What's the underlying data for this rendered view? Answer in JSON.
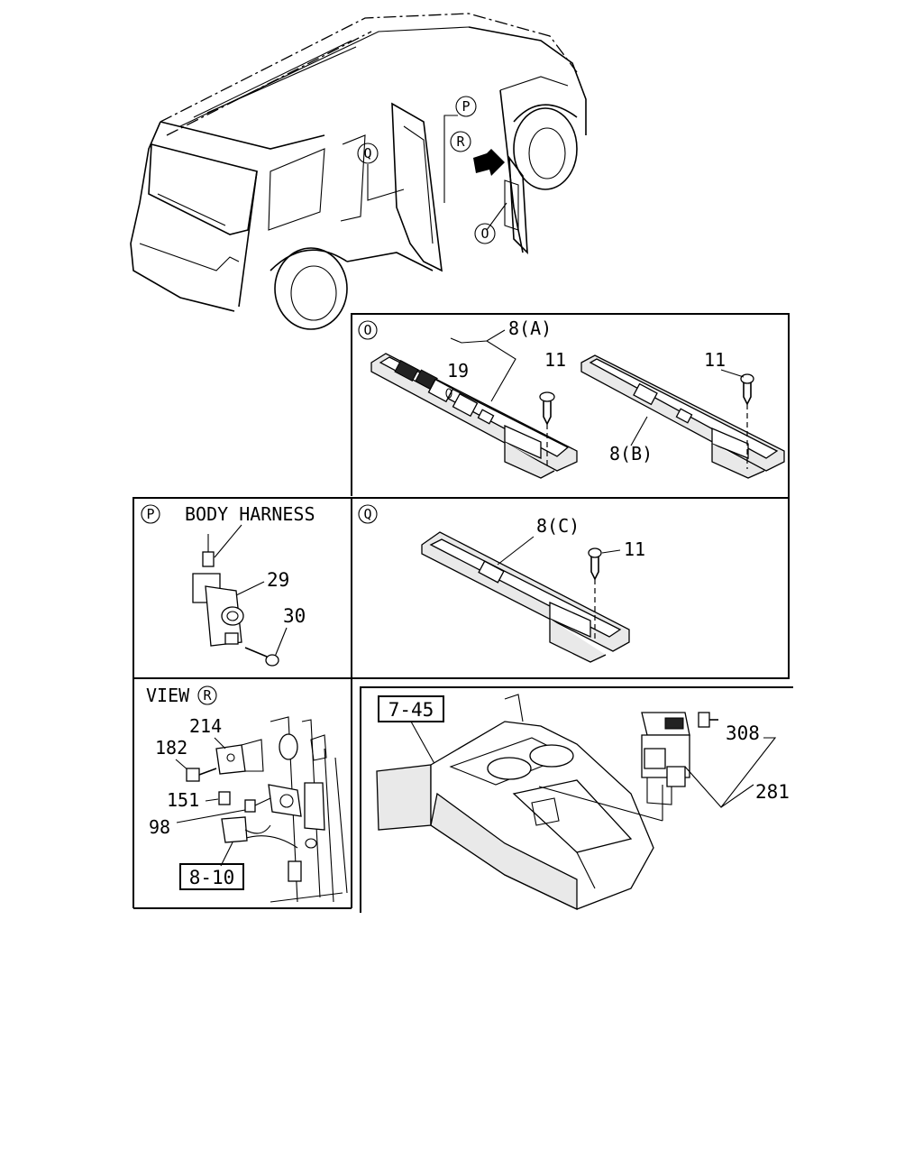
{
  "callouts": {
    "O": "O",
    "P": "P",
    "Q": "Q",
    "R": "R"
  },
  "panel_o": {
    "part_8a": "8(A)",
    "part_19": "19",
    "part_11_left": "11",
    "part_11_right": "11",
    "part_8b": "8(B)"
  },
  "panel_p": {
    "title": "BODY HARNESS",
    "part_29": "29",
    "part_30": "30"
  },
  "panel_q": {
    "part_8c": "8(C)",
    "part_11": "11"
  },
  "panel_view_r": {
    "title": "VIEW",
    "part_214": "214",
    "part_182": "182",
    "part_151": "151",
    "part_98": "98",
    "ref_box": "8-10"
  },
  "panel_console": {
    "ref_box": "7-45",
    "part_308": "308",
    "part_281": "281"
  }
}
